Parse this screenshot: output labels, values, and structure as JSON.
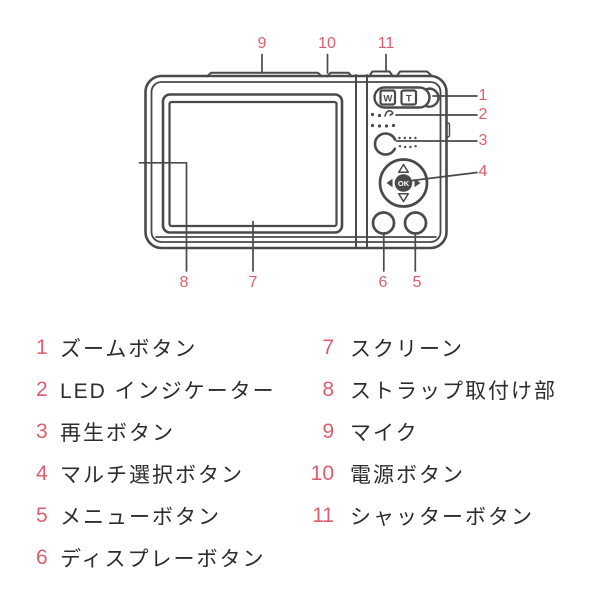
{
  "page": {
    "background": "#ffffff",
    "line_color": "#4a4a4a",
    "accent_color": "#dc5f6d",
    "text_color": "#2d2d2d"
  },
  "diagram": {
    "callouts": [
      "1",
      "2",
      "3",
      "4",
      "5",
      "6",
      "7",
      "8",
      "9",
      "10",
      "11"
    ],
    "zoom_w_label": "W",
    "zoom_t_label": "T",
    "ok_label": "OK"
  },
  "legend": {
    "left": [
      {
        "num": "1",
        "label": "ズームボタン"
      },
      {
        "num": "2",
        "label": "LED インジケーター"
      },
      {
        "num": "3",
        "label": "再生ボタン"
      },
      {
        "num": "4",
        "label": "マルチ選択ボタン"
      },
      {
        "num": "5",
        "label": "メニューボタン"
      },
      {
        "num": "6",
        "label": "ディスプレーボタン"
      }
    ],
    "right": [
      {
        "num": "7",
        "label": "スクリーン"
      },
      {
        "num": "8",
        "label": "ストラップ取付け部"
      },
      {
        "num": "9",
        "label": "マイク"
      },
      {
        "num": "10",
        "label": "電源ボタン"
      },
      {
        "num": "11",
        "label": "シャッターボタン"
      }
    ]
  }
}
